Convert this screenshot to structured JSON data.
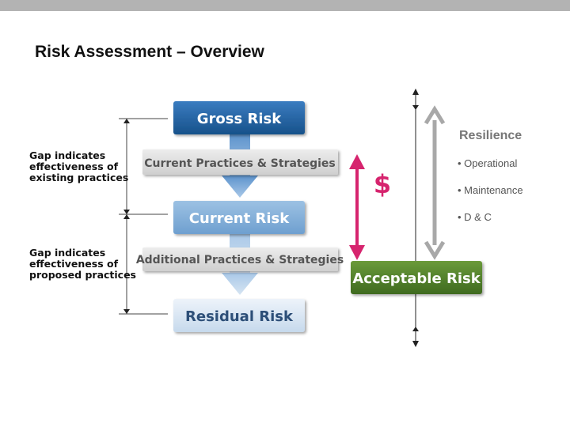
{
  "slide": {
    "title": "Risk Assessment – Overview"
  },
  "diagram": {
    "gross_risk": "Gross Risk",
    "current_practices": "Current Practices & Strategies",
    "current_risk": "Current Risk",
    "additional_practices": "Additional Practices & Strategies",
    "residual_risk": "Residual Risk",
    "acceptable_risk": "Acceptable Risk",
    "dollar": "$",
    "gap_existing": [
      "Gap indicates",
      "effectiveness of",
      "existing practices"
    ],
    "gap_proposed": [
      "Gap indicates",
      "effectiveness of",
      "proposed practices"
    ],
    "resilience": {
      "heading": "Resilience",
      "items": [
        "• Operational",
        "• Maintenance",
        "• D & C"
      ]
    }
  },
  "colors": {
    "blue_dark": "#1f5f9e",
    "blue_light": "#d6e4f2",
    "gray_box": "#dcdcdc",
    "green": "#4e7a2b",
    "magenta": "#d6246e",
    "arrow_gray": "#a8a8a8"
  }
}
